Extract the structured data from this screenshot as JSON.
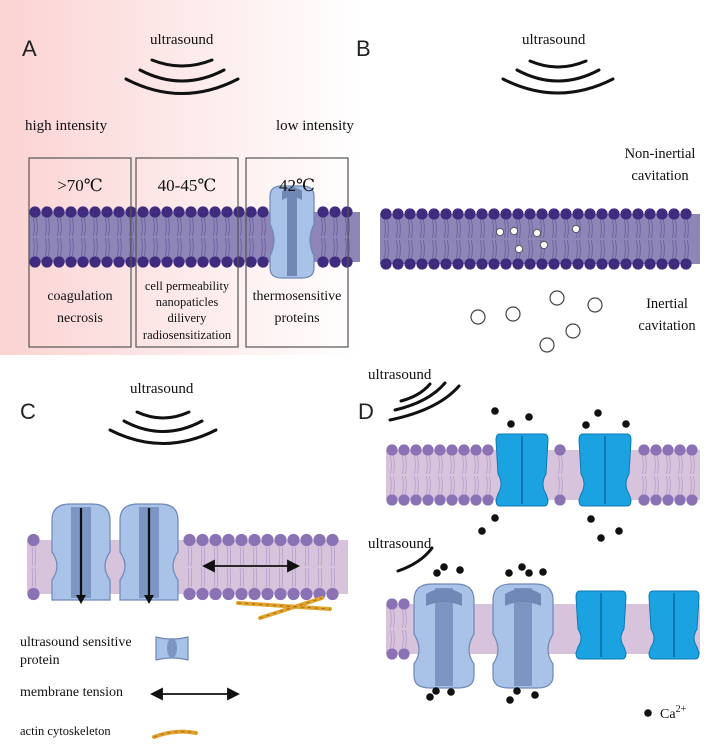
{
  "colors": {
    "gradient_left": "#fbd3d3",
    "gradient_right": "#ffffff",
    "membrane_A_B_head": "#3f2c7e",
    "membrane_A_B_fill": "#8f86b8",
    "membrane_C_D_head": "#8b72b4",
    "membrane_C_D_fill": "#d7c4dc",
    "protein_light": "#a9c2e8",
    "protein_dark": "#6f88b6",
    "channel_cyan": "#1aa3e0",
    "channel_cyan_dark": "#0d79b4",
    "actin_fiber": "#e2a32e",
    "ion": "#111111"
  },
  "panel_A": {
    "letter": "A",
    "ultrasound": "ultrasound",
    "high_intensity": "high intensity",
    "low_intensity": "low intensity",
    "boxes": [
      {
        "temperature": ">70℃",
        "effect_lines": [
          "coagulation",
          "necrosis"
        ]
      },
      {
        "temperature": "40-45℃",
        "effect_lines": [
          "cell permeability",
          "nanopaticles",
          "dilivery",
          "radiosensitization"
        ]
      },
      {
        "temperature": "42℃",
        "effect_lines": [
          "thermosensitive",
          "proteins"
        ]
      }
    ]
  },
  "panel_B": {
    "letter": "B",
    "ultrasound": "ultrasound",
    "non_inertial": [
      "Non-inertial",
      "cavitation"
    ],
    "inertial": [
      "Inertial",
      "cavitation"
    ]
  },
  "panel_C": {
    "letter": "C",
    "ultrasound": "ultrasound",
    "legend": {
      "protein_lines": [
        "ultrasound sensitive",
        "protein"
      ],
      "tension": "membrane tension",
      "actin": "actin cytoskeleton"
    }
  },
  "panel_D": {
    "letter": "D",
    "ultrasound_top": "ultrasound",
    "ultrasound_bottom": "ultrasound",
    "ion_label": "Ca",
    "ion_charge": "2+"
  }
}
